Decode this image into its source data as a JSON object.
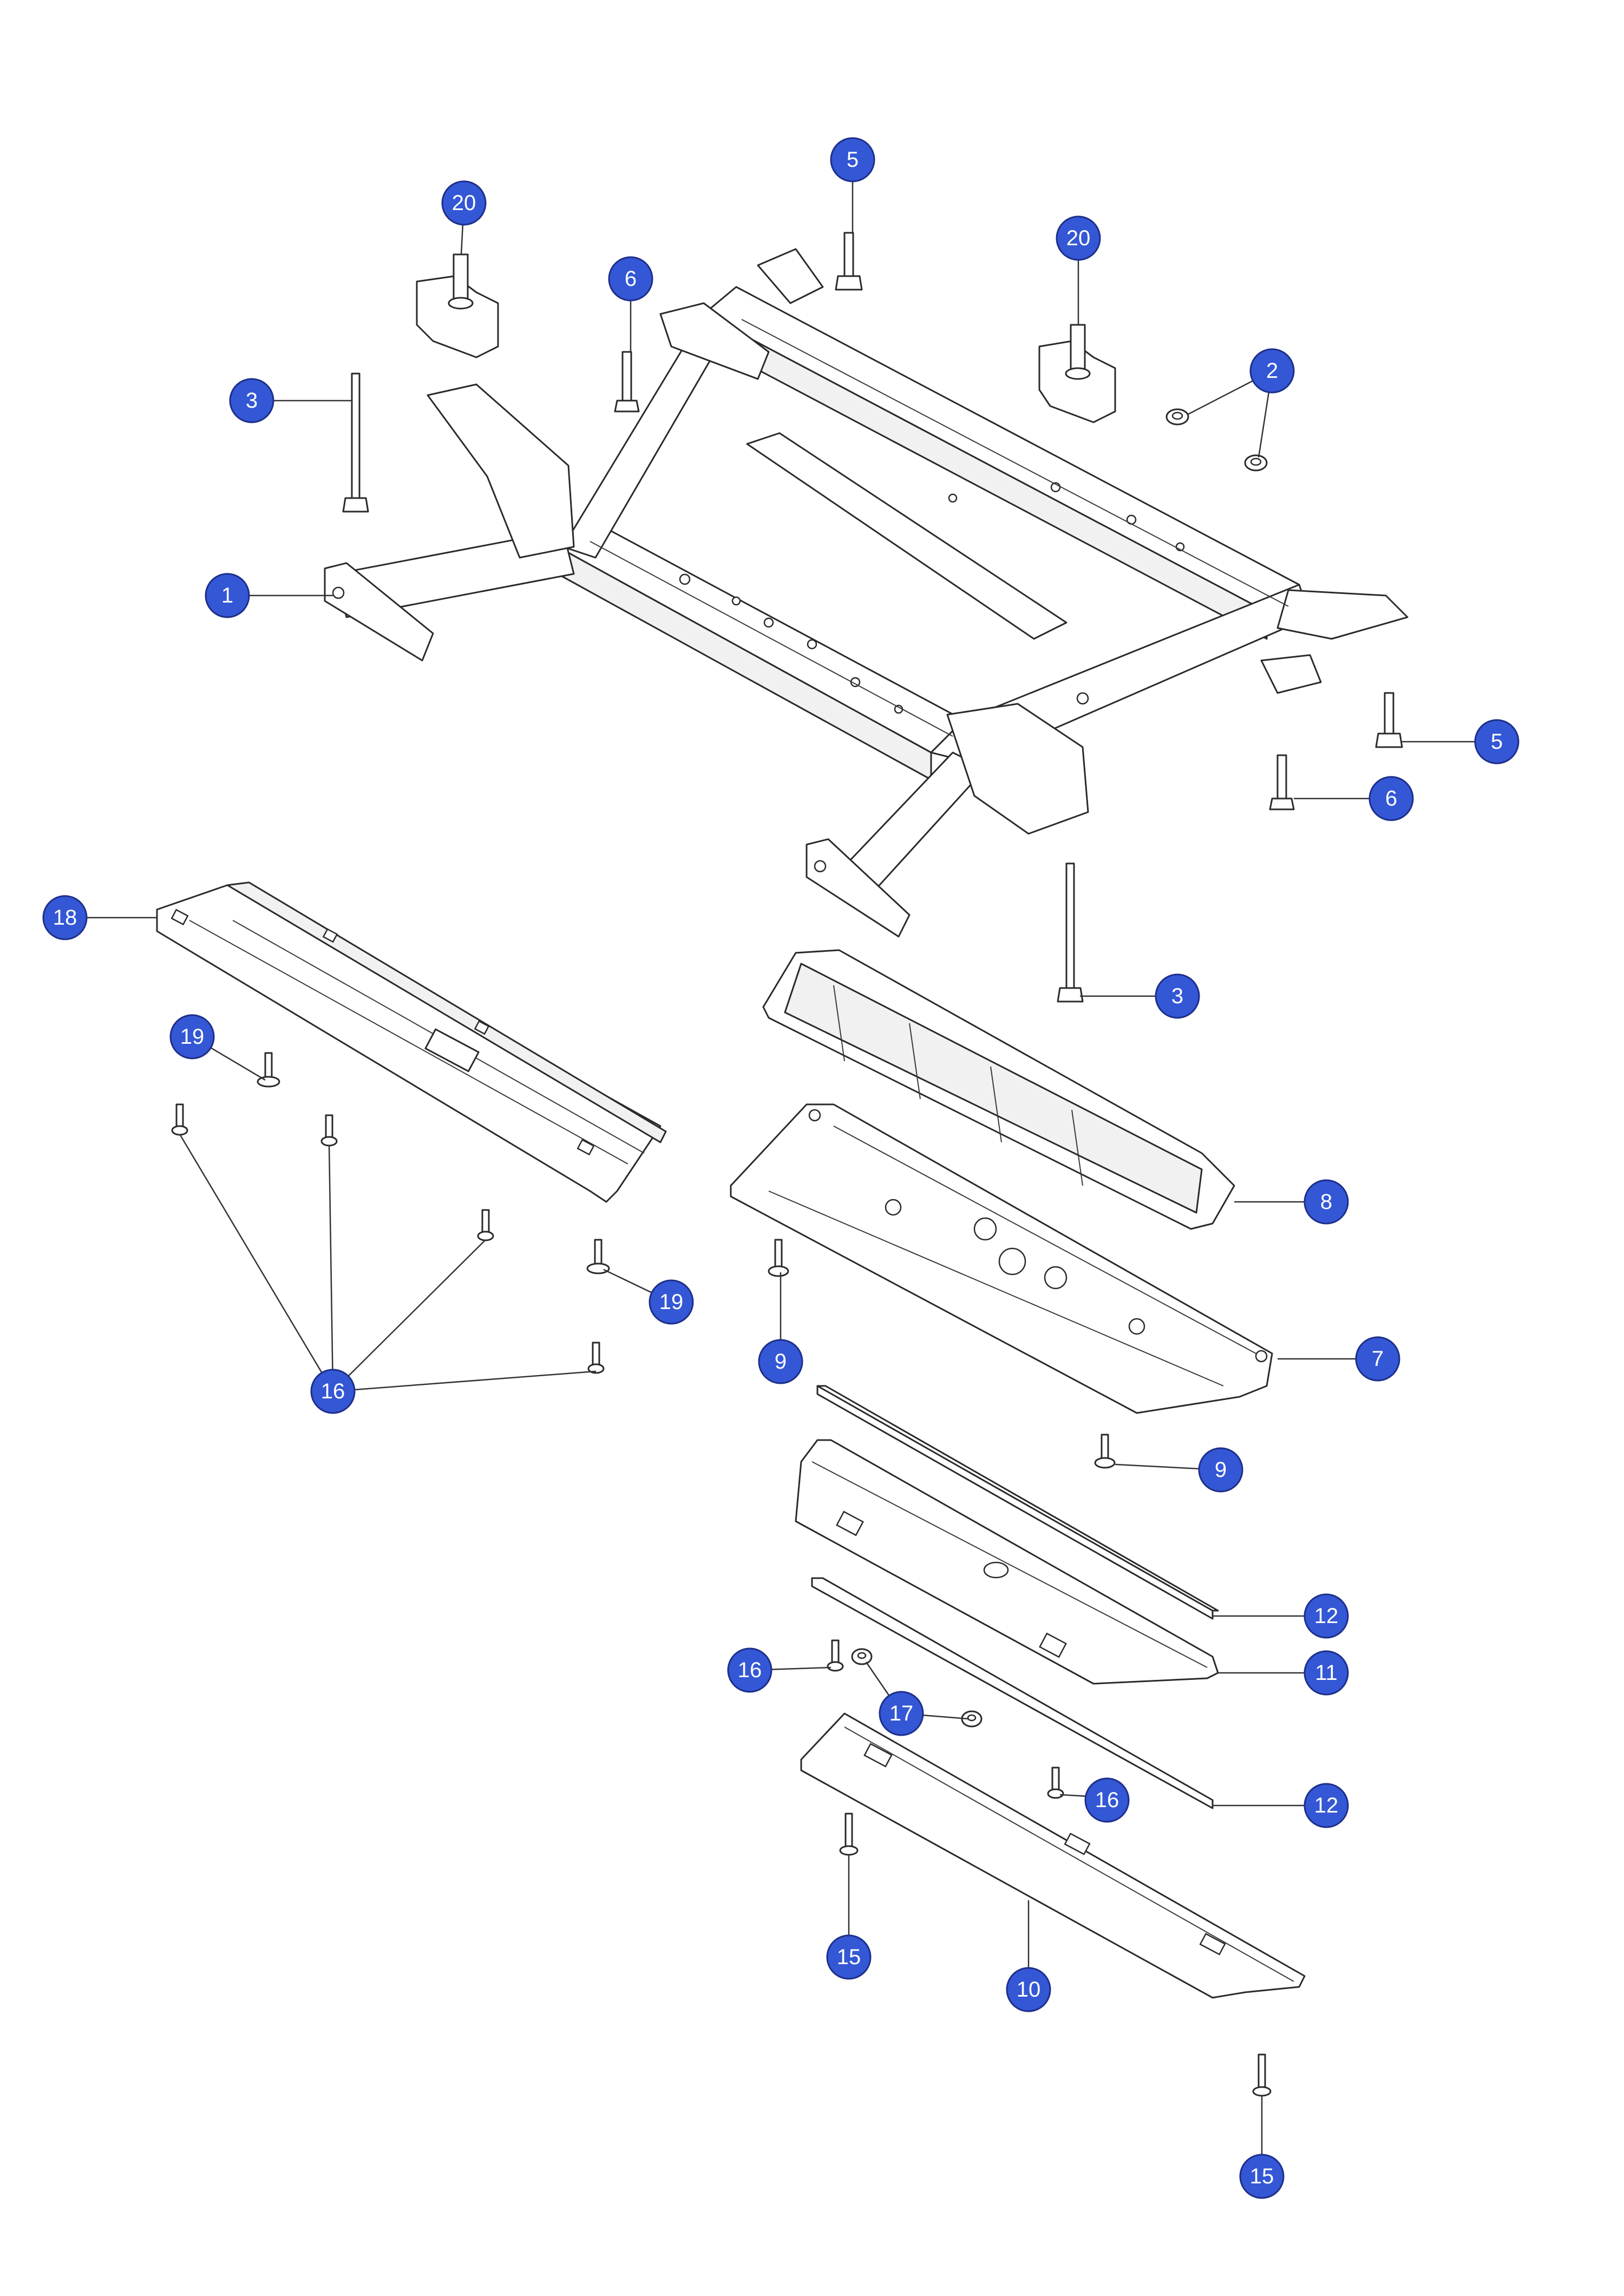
{
  "diagram": {
    "colors": {
      "callout_fill": "#3457d5",
      "line": "#2a2a2a",
      "background": "#ffffff"
    },
    "callouts": [
      {
        "label": "1"
      },
      {
        "label": "2"
      },
      {
        "label": "3"
      },
      {
        "label": "3"
      },
      {
        "label": "5"
      },
      {
        "label": "5"
      },
      {
        "label": "6"
      },
      {
        "label": "6"
      },
      {
        "label": "7"
      },
      {
        "label": "8"
      },
      {
        "label": "9"
      },
      {
        "label": "9"
      },
      {
        "label": "10"
      },
      {
        "label": "11"
      },
      {
        "label": "12"
      },
      {
        "label": "12"
      },
      {
        "label": "15"
      },
      {
        "label": "15"
      },
      {
        "label": "16"
      },
      {
        "label": "16"
      },
      {
        "label": "16"
      },
      {
        "label": "17"
      },
      {
        "label": "18"
      },
      {
        "label": "19"
      },
      {
        "label": "19"
      },
      {
        "label": "20"
      },
      {
        "label": "20"
      }
    ]
  }
}
